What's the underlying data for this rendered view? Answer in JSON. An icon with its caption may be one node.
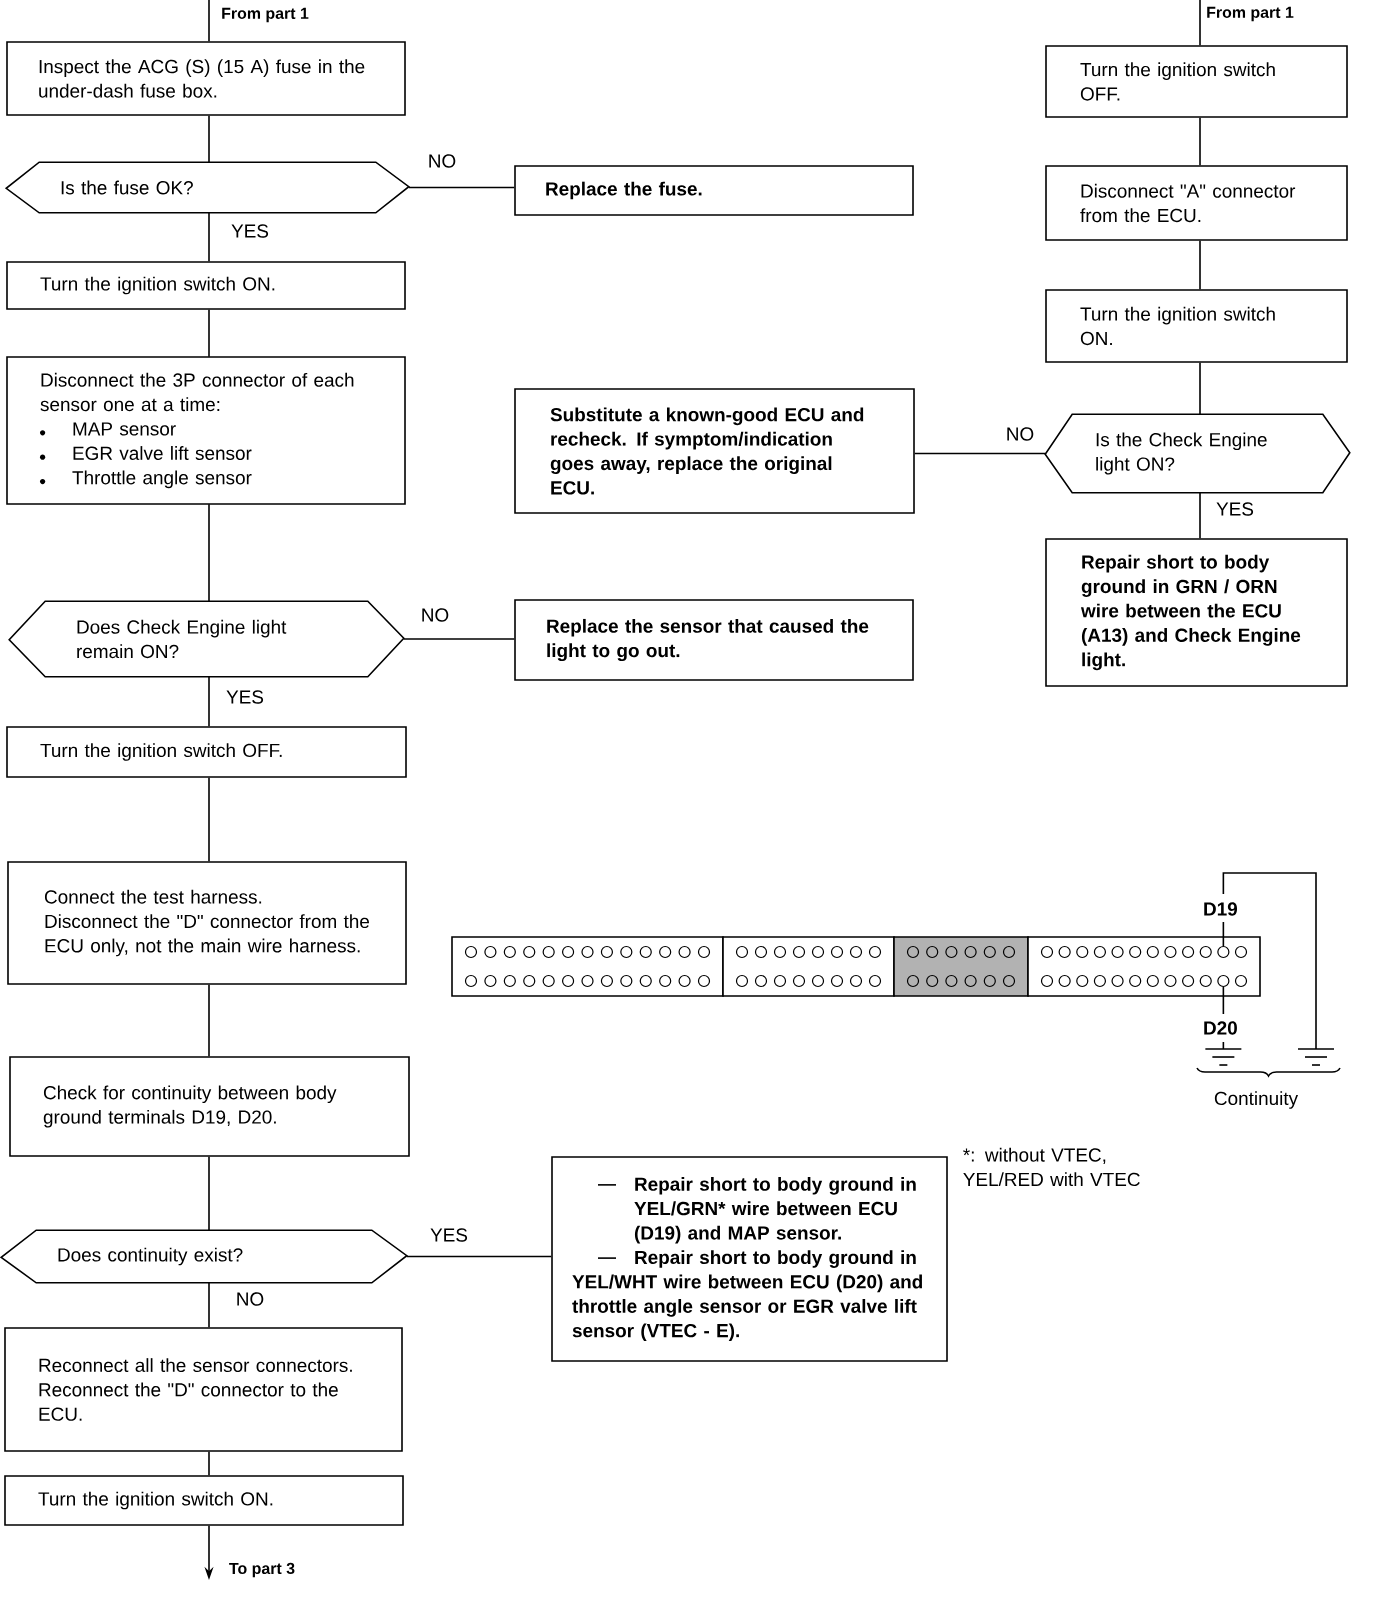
{
  "diagram": {
    "nodes": [
      {
        "text": [
          "Inspect the ACG (S) (15 A) fuse in the under-dash fuse box."
        ]
      },
      {
        "text": [
          "Turn the ignition switch OFF."
        ]
      },
      {
        "text": [
          "Is the fuse OK?"
        ]
      },
      {
        "text": [
          "Replace the fuse."
        ]
      },
      {
        "text": [
          "Disconnect \"A\" connector from the ECU."
        ]
      },
      {
        "text": [
          "Turn the ignition switch ON."
        ]
      },
      {
        "text": [
          "Turn the ignition switch ON."
        ]
      },
      {
        "text": [
          "Disconnect the 3P connector of each sensor one at a time:",
          "MAP sensor",
          "EGR valve lift sensor",
          "Throttle angle sensor"
        ]
      },
      {
        "text": [
          "Substitute a known-good ECU and recheck. If symptom/indication goes away, replace the original ECU."
        ]
      },
      {
        "text": [
          "Is the Check Engine light ON?"
        ]
      },
      {
        "text": [
          "Repair short to body ground in GRN / ORN wire between the ECU (A13) and Check Engine light."
        ]
      },
      {
        "text": [
          "Does Check Engine light remain ON?"
        ]
      },
      {
        "text": [
          "Replace the sensor that caused the light to go out."
        ]
      },
      {
        "text": [
          "Turn the ignition switch OFF."
        ]
      },
      {
        "text": [
          "Connect the test harness.",
          "Disconnect the \"D\" connector from the ECU only, not the main wire harness."
        ]
      },
      {
        "text": [
          "Check for continuity between body ground terminals D19, D20."
        ]
      },
      {
        "text": [
          "Repair short to body ground in YEL/GRN* wire between ECU (D19) and MAP sensor.",
          "Repair short to body ground in YEL/WHT wire between ECU (D20) and throttle angle sensor or EGR valve lift sensor (VTEC - E)."
        ]
      },
      {
        "text": [
          "Does continuity exist?"
        ]
      },
      {
        "text": [
          "Reconnect all the sensor connectors.",
          "Reconnect the \"D\" connector to the ECU."
        ]
      },
      {
        "text": [
          "Turn the ignition switch ON."
        ]
      }
    ],
    "edges": [
      {
        "from": null,
        "to": 0,
        "arrow": "none",
        "label": "From part 1"
      },
      {
        "from": null,
        "to": 1,
        "arrow": "none",
        "label": "From part 1"
      },
      {
        "from": 0,
        "to": 2,
        "arrow": "none"
      },
      {
        "from": 2,
        "to": 3,
        "arrow": "none",
        "label": "NO"
      },
      {
        "from": 2,
        "to": 5,
        "arrow": "none",
        "label": "YES"
      },
      {
        "from": 5,
        "to": 7,
        "arrow": "none"
      },
      {
        "from": 7,
        "to": 11,
        "arrow": "none"
      },
      {
        "from": 11,
        "to": 12,
        "arrow": "none",
        "label": "NO"
      },
      {
        "from": 11,
        "to": 13,
        "arrow": "none",
        "label": "YES"
      },
      {
        "from": 13,
        "to": 14,
        "arrow": "none"
      },
      {
        "from": 14,
        "to": 15,
        "arrow": "none"
      },
      {
        "from": 15,
        "to": 17,
        "arrow": "none"
      },
      {
        "from": 17,
        "to": 16,
        "arrow": "none",
        "label": "YES"
      },
      {
        "from": 17,
        "to": 18,
        "arrow": "none",
        "label": "NO"
      },
      {
        "from": 18,
        "to": 19,
        "arrow": "none"
      },
      {
        "from": 19,
        "to": null,
        "arrow": "to",
        "label": "To part 3"
      },
      {
        "from": 1,
        "to": 4,
        "arrow": "none"
      },
      {
        "from": 4,
        "to": 6,
        "arrow": "none"
      },
      {
        "from": 6,
        "to": 9,
        "arrow": "none"
      },
      {
        "from": 9,
        "to": 8,
        "arrow": "none",
        "label": "NO"
      },
      {
        "from": 9,
        "to": 10,
        "arrow": "none",
        "label": "YES"
      }
    ],
    "labels": [
      "D19",
      "D20",
      "Continuity",
      "*: without VTEC, YEL/RED with VTEC"
    ]
  }
}
